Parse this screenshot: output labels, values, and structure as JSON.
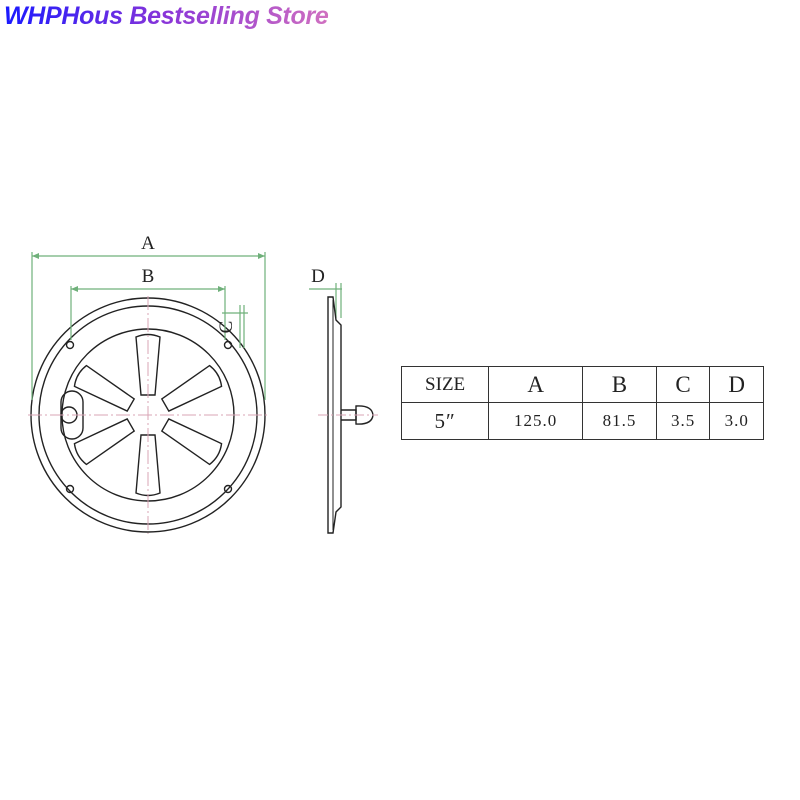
{
  "store": {
    "title": "WHPHous Bestselling Store",
    "title_gradient": [
      "#1a1aff",
      "#8a35d8",
      "#d070c0"
    ]
  },
  "diagram": {
    "labels": {
      "A": "A",
      "B": "B",
      "C": "C",
      "D": "D"
    },
    "colors": {
      "outline": "#222222",
      "dimension": "#6fb07a",
      "centerline": "#d9a4b6"
    }
  },
  "spec_table": {
    "headers": [
      "SIZE",
      "A",
      "B",
      "C",
      "D"
    ],
    "rows": [
      [
        "5″",
        "125.0",
        "81.5",
        "3.5",
        "3.0"
      ]
    ]
  }
}
